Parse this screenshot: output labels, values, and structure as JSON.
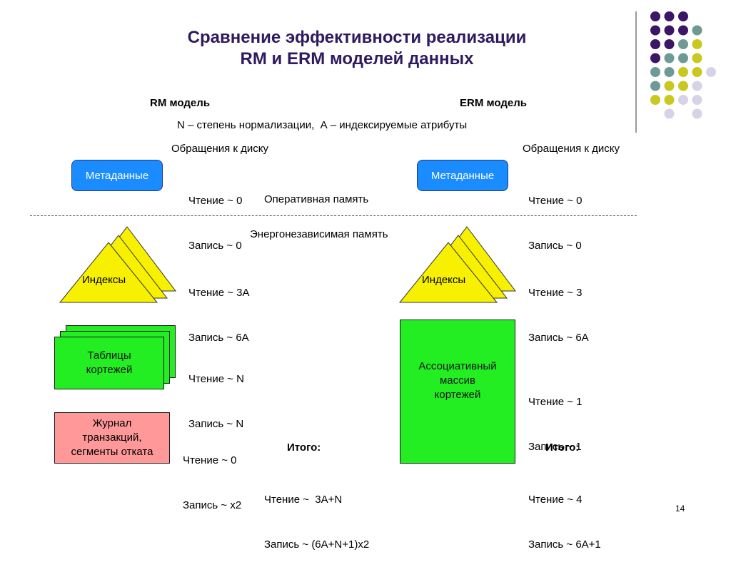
{
  "title_line1": "Сравнение эффективности реализации",
  "title_line2": "RM и ERM моделей данных",
  "rm_header": "RM модель",
  "erm_header": "ERM модель",
  "legend": "N – степень нормализации,  А – индексируемые атрибуты",
  "disk_access": "Обращения к диску",
  "ram": "Оперативная память",
  "nvram": "Энергонезависимая память",
  "metadata": "Метаданные",
  "indexes": "Индексы",
  "tuples_tables_l1": "Таблицы",
  "tuples_tables_l2": "кортежей",
  "journal_l1": "Журнал",
  "journal_l2": "транзакций,",
  "journal_l3": "сегменты отката",
  "assoc_l1": "Ассоциативный",
  "assoc_l2": "массив",
  "assoc_l3": "кортежей",
  "total": "Итого:",
  "rm": {
    "meta_read": "Чтение ~ 0",
    "meta_write": "Запись ~ 0",
    "idx_read": "Чтение ~ 3А",
    "idx_write": "Запись ~ 6А",
    "tbl_read": "Чтение ~ N",
    "tbl_write": "Запись ~ N",
    "jrn_read": "Чтение ~ 0",
    "jrn_write": "Запись ~ x2",
    "tot_read": "Чтение ~  3А+N",
    "tot_write": "Запись ~ (6А+N+1)x2"
  },
  "erm": {
    "meta_read": "Чтение ~ 0",
    "meta_write": "Запись ~ 0",
    "idx_read": "Чтение ~ 3",
    "idx_write": "Запись ~ 6А",
    "arr_read": "Чтение ~ 1",
    "arr_write": "Запись ~ 1",
    "tot_read": "Чтение ~ 4",
    "tot_write": "Запись ~ 6А+1"
  },
  "page_number": "14",
  "colors": {
    "dot_purple": "#3b1566",
    "dot_teal": "#6e9a96",
    "dot_olive": "#c8c81e",
    "dot_lavender": "#d4d4e6",
    "triangle": "#f7f000",
    "green": "#22ee22",
    "pink": "#ff9999",
    "blue": "#1a8cff"
  },
  "decor_dot_grid": [
    [
      "purple",
      "purple",
      "purple",
      null
    ],
    [
      "purple",
      "purple",
      "purple",
      "teal"
    ],
    [
      "purple",
      "purple",
      "teal",
      "olive"
    ],
    [
      "purple",
      "teal",
      "teal",
      "olive"
    ],
    [
      "teal",
      "teal",
      "olive",
      "olive",
      "lavender"
    ],
    [
      "teal",
      "olive",
      "olive",
      "lavender"
    ],
    [
      "olive",
      "olive",
      "lavender",
      "lavender"
    ],
    [
      null,
      "lavender",
      null,
      "lavender"
    ]
  ]
}
